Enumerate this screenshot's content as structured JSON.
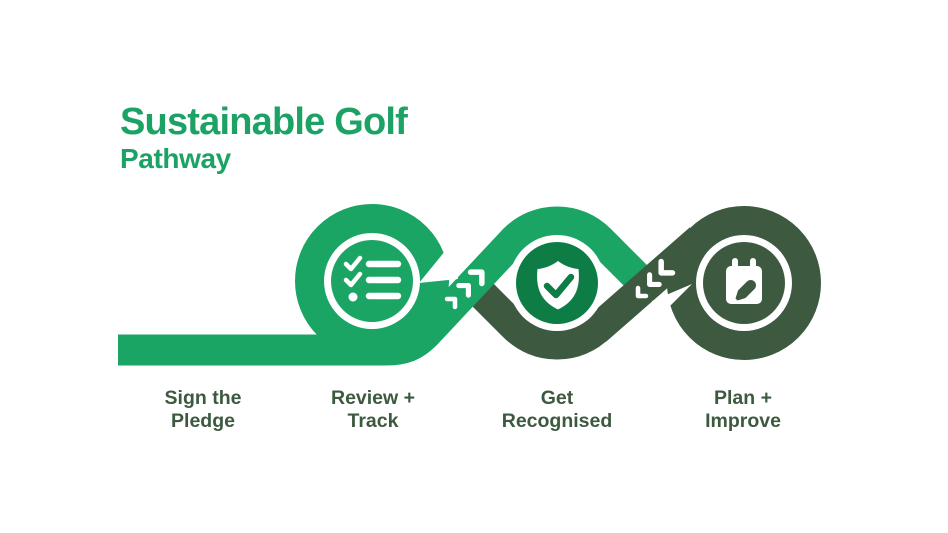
{
  "title": {
    "line1": "Sustainable Golf",
    "line2": "Pathway"
  },
  "steps": [
    {
      "id": "sign-the-pledge",
      "label_line1": "Sign the",
      "label_line2": "Pledge",
      "icon": "none"
    },
    {
      "id": "review-track",
      "label_line1": "Review +",
      "label_line2": "Track",
      "icon": "checklist-icon"
    },
    {
      "id": "get-recognised",
      "label_line1": "Get",
      "label_line2": "Recognised",
      "icon": "shield-check-icon"
    },
    {
      "id": "plan-improve",
      "label_line1": "Plan +",
      "label_line2": "Improve",
      "icon": "calendar-pencil-icon"
    }
  ],
  "colors": {
    "bright_green": "#1AA565",
    "dark_green": "#3D5A40",
    "mid_green": "#0E7C45",
    "title_green": "#1CA265",
    "background": "#FFFFFF"
  }
}
